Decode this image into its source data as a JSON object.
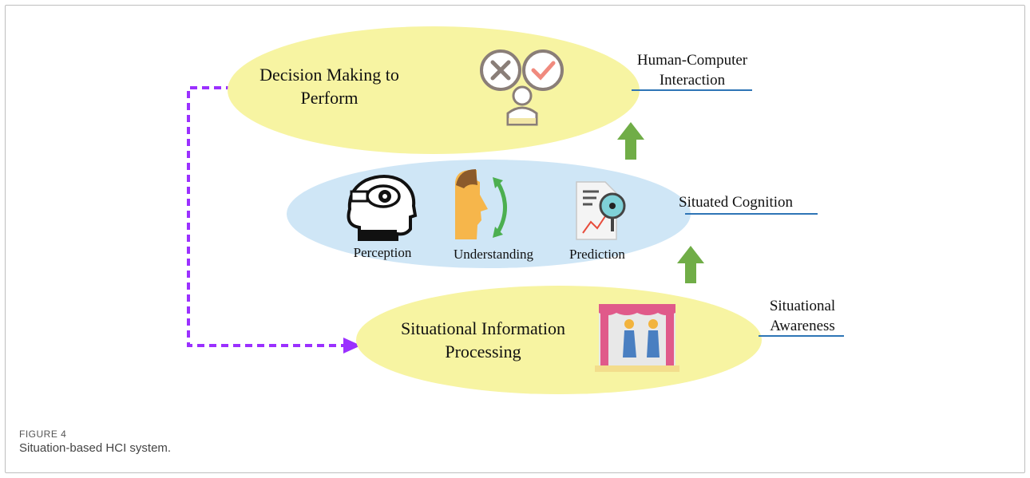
{
  "diagram": {
    "top_ellipse_text": "Decision Making to\nPerform",
    "middle_items": [
      "Perception",
      "Understanding",
      "Prediction"
    ],
    "bottom_ellipse_text": "Situational Information\nProcessing",
    "side_labels": {
      "hci": "Human-Computer\nInteraction",
      "cognition": "Situated Cognition",
      "awareness": "Situational\nAwareness"
    },
    "colors": {
      "yellow_ellipse": "#f7f4a2",
      "blue_ellipse": "#cfe6f6",
      "arrow_green": "#70ad47",
      "feedback_purple": "#9b30ff",
      "underline_blue": "#2e75b6"
    }
  },
  "caption": {
    "label": "FIGURE 4",
    "text": "Situation-based HCI system."
  }
}
